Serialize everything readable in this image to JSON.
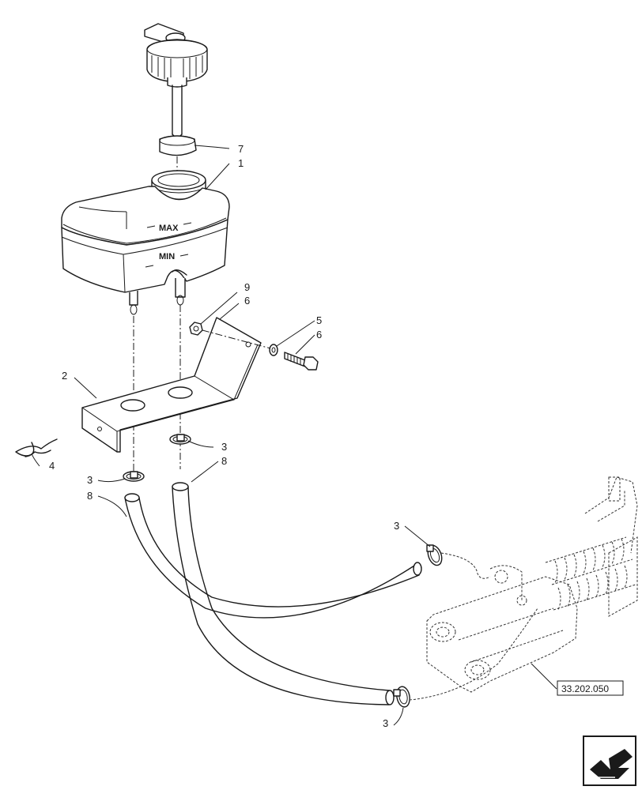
{
  "callouts": {
    "c1": "1",
    "c2": "2",
    "c3a": "3",
    "c3b": "3",
    "c3c": "3",
    "c3d": "3",
    "c4": "4",
    "c5": "5",
    "c6a": "6",
    "c6b": "6",
    "c7": "7",
    "c8a": "8",
    "c8b": "8",
    "c9": "9"
  },
  "reservoir": {
    "max_label": "MAX",
    "min_label": "MIN"
  },
  "reference": {
    "label": "33.202.050"
  },
  "icons": {
    "nav": "arrow-icon"
  }
}
